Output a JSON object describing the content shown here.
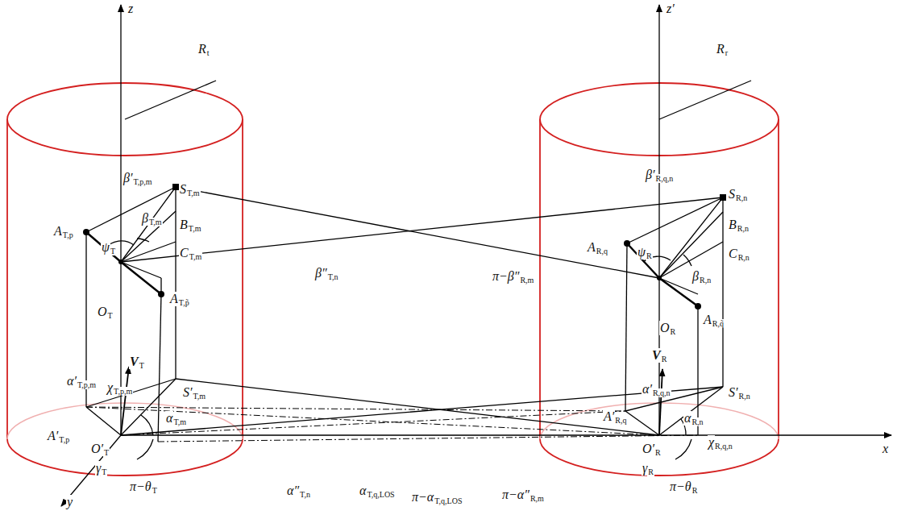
{
  "diagram": {
    "labels": [
      "z",
      "z′",
      "R",
      "t",
      "R",
      "r",
      "β′",
      "T,p,m",
      "S",
      "T,m",
      "B",
      "T,m",
      "β",
      "T,m",
      "C",
      "T,m",
      "A",
      "T,p",
      "ψ",
      "T",
      "β″",
      "T,n",
      "O",
      "T",
      "A",
      "T,p̃",
      "V",
      "T",
      "α′",
      "T,p,m",
      "χ",
      "T,p,m",
      "S′",
      "T,m",
      "α",
      "T,m",
      "A′",
      "T,p",
      "O′",
      "T",
      "γ",
      "T",
      "π−θ",
      "T",
      "y",
      "α″",
      "T,n",
      "α",
      "T,q,LOS",
      "π−α",
      "T,q,LOS",
      "π−α″",
      "R,m",
      "x",
      "β′",
      "R,q,n",
      "S",
      "R,n",
      "B",
      "R,n",
      "A",
      "R,q",
      "ψ",
      "R",
      "C",
      "R,n",
      "β",
      "R,n",
      "π−β″",
      "R,m",
      "O",
      "R",
      "A",
      "R,q̃",
      "V",
      "R",
      "α′",
      "R,q,n",
      "S′",
      "R,n",
      "A′",
      "R,q",
      "α",
      "R,n",
      "χ",
      "R,q,n",
      "O′",
      "R",
      "γ",
      "R",
      "π−θ",
      "R"
    ]
  }
}
